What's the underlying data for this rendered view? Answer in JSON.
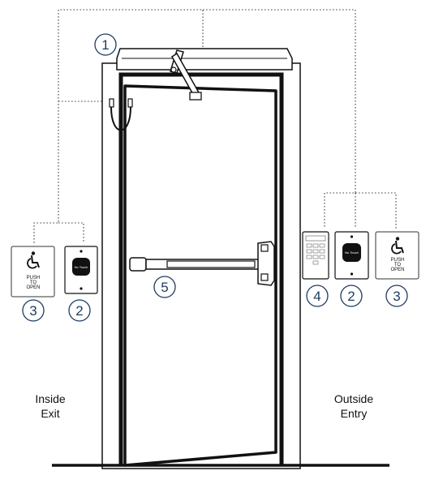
{
  "callouts": {
    "operator": "1",
    "touchless_switch_inside": "2",
    "push_plate_inside": "3",
    "keypad": "4",
    "touchless_switch_outside": "2",
    "push_plate_outside": "3",
    "exit_device": "5"
  },
  "side_labels": {
    "inside_line1": "Inside",
    "inside_line2": "Exit",
    "outside_line1": "Outside",
    "outside_line2": "Entry"
  },
  "push_plate_text": {
    "line1": "PUSH",
    "line2": "TO",
    "line3": "OPEN"
  },
  "touch_switch_text": "No Touch",
  "accessibility_icon": "wheelchair-icon",
  "colors": {
    "callout_ring": "#1f3b5c",
    "line": "#111111",
    "wiring": "#444444"
  }
}
